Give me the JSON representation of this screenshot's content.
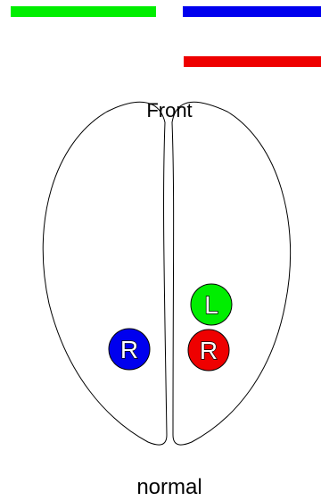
{
  "colors": {
    "green": "#00ee00",
    "blue": "#0000ee",
    "red": "#ee0000",
    "outline": "#000000",
    "background": "#ffffff"
  },
  "diagram": {
    "top_label": "Front",
    "bottom_label": "normal",
    "markers": [
      {
        "id": "green-L",
        "letter": "L",
        "color": "#00ee00"
      },
      {
        "id": "blue-R",
        "letter": "R",
        "color": "#0000ee"
      },
      {
        "id": "red-R",
        "letter": "R",
        "color": "#ee0000"
      }
    ]
  }
}
